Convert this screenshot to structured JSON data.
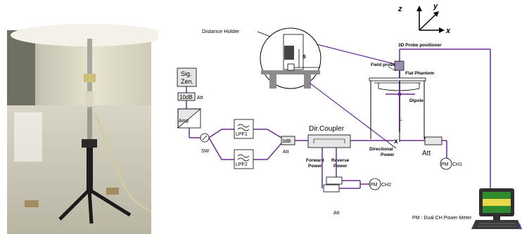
{
  "axes": {
    "z": "z",
    "y": "y",
    "x": "x"
  },
  "labels": {
    "distance_holder": "Distance Holder",
    "s": "s",
    "probe_positioner": "3D Probe positioner",
    "field_probe": "Field probe",
    "flat_phantom": "Flat Phantom",
    "dipole": "Dipole",
    "sig_gen_line1": "Sig.",
    "sig_gen_line2": "Zen.",
    "att_10db": "10dB",
    "att": "Att",
    "amp": "Amp",
    "sw": "SW",
    "lpf1": "LPF1",
    "lpf2": "LPF2",
    "db3": "3dB",
    "dir_coupler": "Dir.Coupler",
    "forward_power_line1": "Forward",
    "forward_power_line2": "Power",
    "reverse_power_line1": "Reverse",
    "reverse_power_line2": "Power",
    "directional_power_line1": "Directional",
    "directional_power_line2": "Power",
    "att_right": "Att",
    "pm": "PM",
    "ch1": "CH1",
    "ch2": "CH2",
    "att_bottom": "Att",
    "x_mark": "x",
    "pm_legend": "PM : Dual CH Power Meter"
  },
  "colors": {
    "wire": "#6a2c91",
    "box_fill": "#d9d9d9",
    "phantom_gray": "#8c8c8c",
    "monitor_green": "#2e8b2e",
    "monitor_yellow": "#e8d84a"
  }
}
